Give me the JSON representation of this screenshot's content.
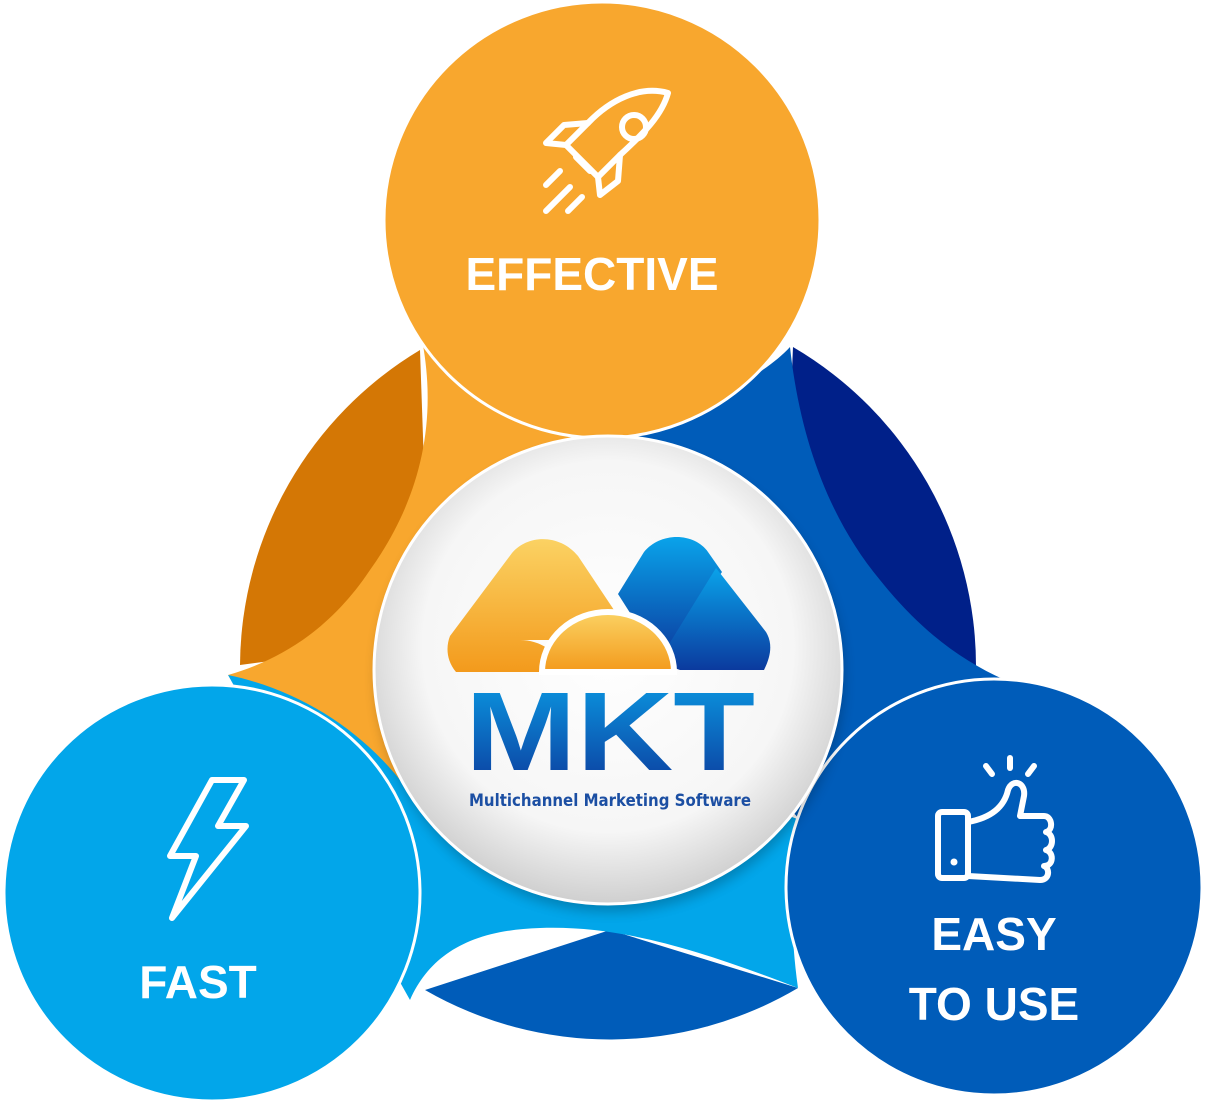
{
  "diagram": {
    "colors": {
      "orange": "#f8a72e",
      "orange_dark": "#d47705",
      "sky": "#02a6ea",
      "blue": "#005cb9",
      "navy": "#002089",
      "white": "#ffffff"
    },
    "nodes": [
      {
        "id": "effective",
        "label_lines": [
          "EFFECTIVE"
        ],
        "icon": "rocket-icon",
        "color": "#f8a72e"
      },
      {
        "id": "fast",
        "label_lines": [
          "FAST"
        ],
        "icon": "lightning-bolt-icon",
        "color": "#02a6ea"
      },
      {
        "id": "easy",
        "label_lines": [
          "EASY",
          "TO USE"
        ],
        "icon": "thumbs-up-icon",
        "color": "#005cb9"
      }
    ],
    "center": {
      "logo_text": "MKT",
      "tagline": "Multichannel Marketing Software",
      "logo_icon": "mkt-mountain-sun-logo"
    }
  }
}
